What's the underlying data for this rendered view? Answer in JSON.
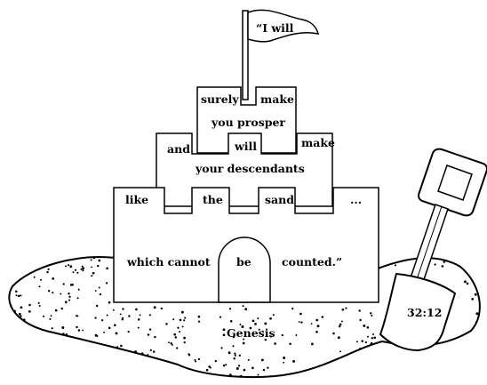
{
  "colors": {
    "ink": "#000000",
    "paper": "#ffffff"
  },
  "flag": {
    "text": "“I will"
  },
  "castle": {
    "tier1": {
      "left": "surely",
      "right": "make",
      "middle": "you prosper"
    },
    "tier2": {
      "left": "and",
      "center": "will",
      "right": "make",
      "middle": "your descendants"
    },
    "tier3": {
      "merlon1": "like",
      "merlon2": "the",
      "merlon3": "sand",
      "merlon4": "...",
      "left": "which cannot",
      "door": "be",
      "right": "counted.”"
    }
  },
  "beach": {
    "label": "Genesis"
  },
  "shovel": {
    "label": "32:12"
  }
}
